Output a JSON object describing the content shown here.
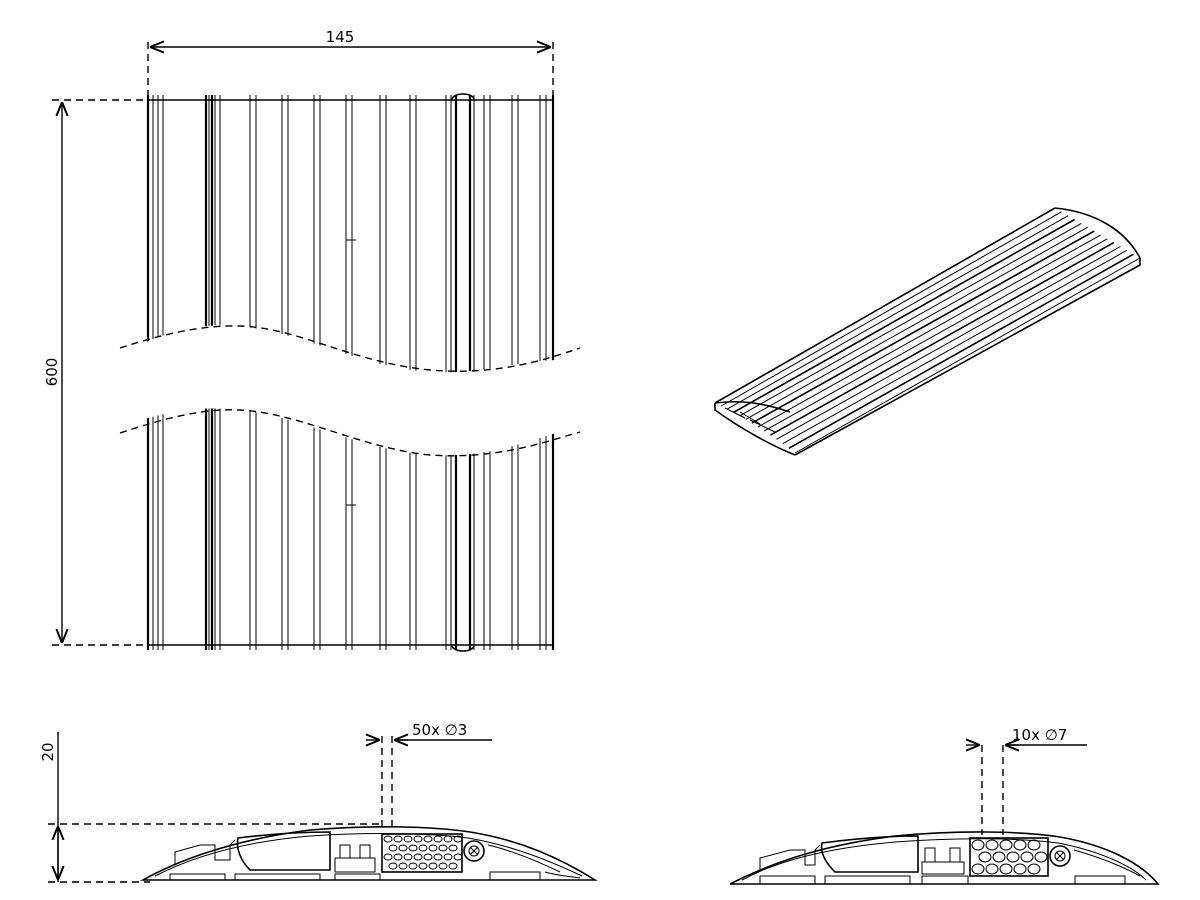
{
  "top_view": {
    "width_label": "145",
    "height_label": "600"
  },
  "section_a": {
    "height_label": "20",
    "hole_label": "50x ∅3"
  },
  "section_b": {
    "hole_label": "10x ∅7"
  }
}
